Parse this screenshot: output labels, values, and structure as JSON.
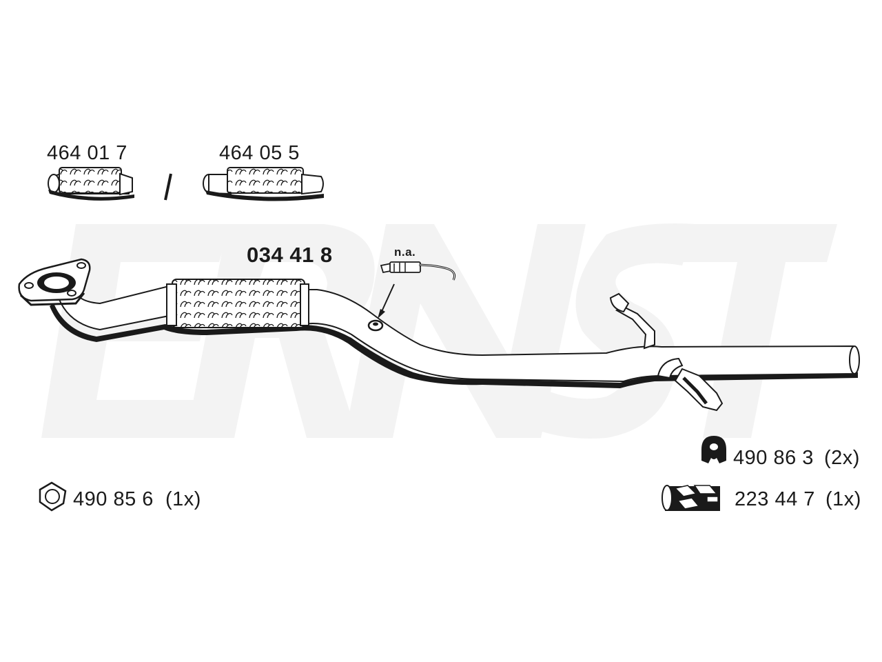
{
  "watermark": {
    "brand": "ERNST",
    "color": "#f3f3f3"
  },
  "flex_pipes": [
    {
      "part_number": "464 01 7"
    },
    {
      "part_number": "464 05 5"
    }
  ],
  "separator": "/",
  "main_part": {
    "part_number": "034 41 8"
  },
  "sensor": {
    "note": "n.a."
  },
  "accessories": [
    {
      "part_number": "490 85 6",
      "quantity": "(1x)",
      "icon": "gasket-icon"
    },
    {
      "part_number": "490 86 3",
      "quantity": "(2x)",
      "icon": "rubber-mount-icon"
    },
    {
      "part_number": "223 44 7",
      "quantity": "(1x)",
      "icon": "pipe-clamp-icon"
    }
  ],
  "colors": {
    "line": "#1a1a1a",
    "shadow": "#1a1a1a",
    "fill": "#ffffff"
  }
}
